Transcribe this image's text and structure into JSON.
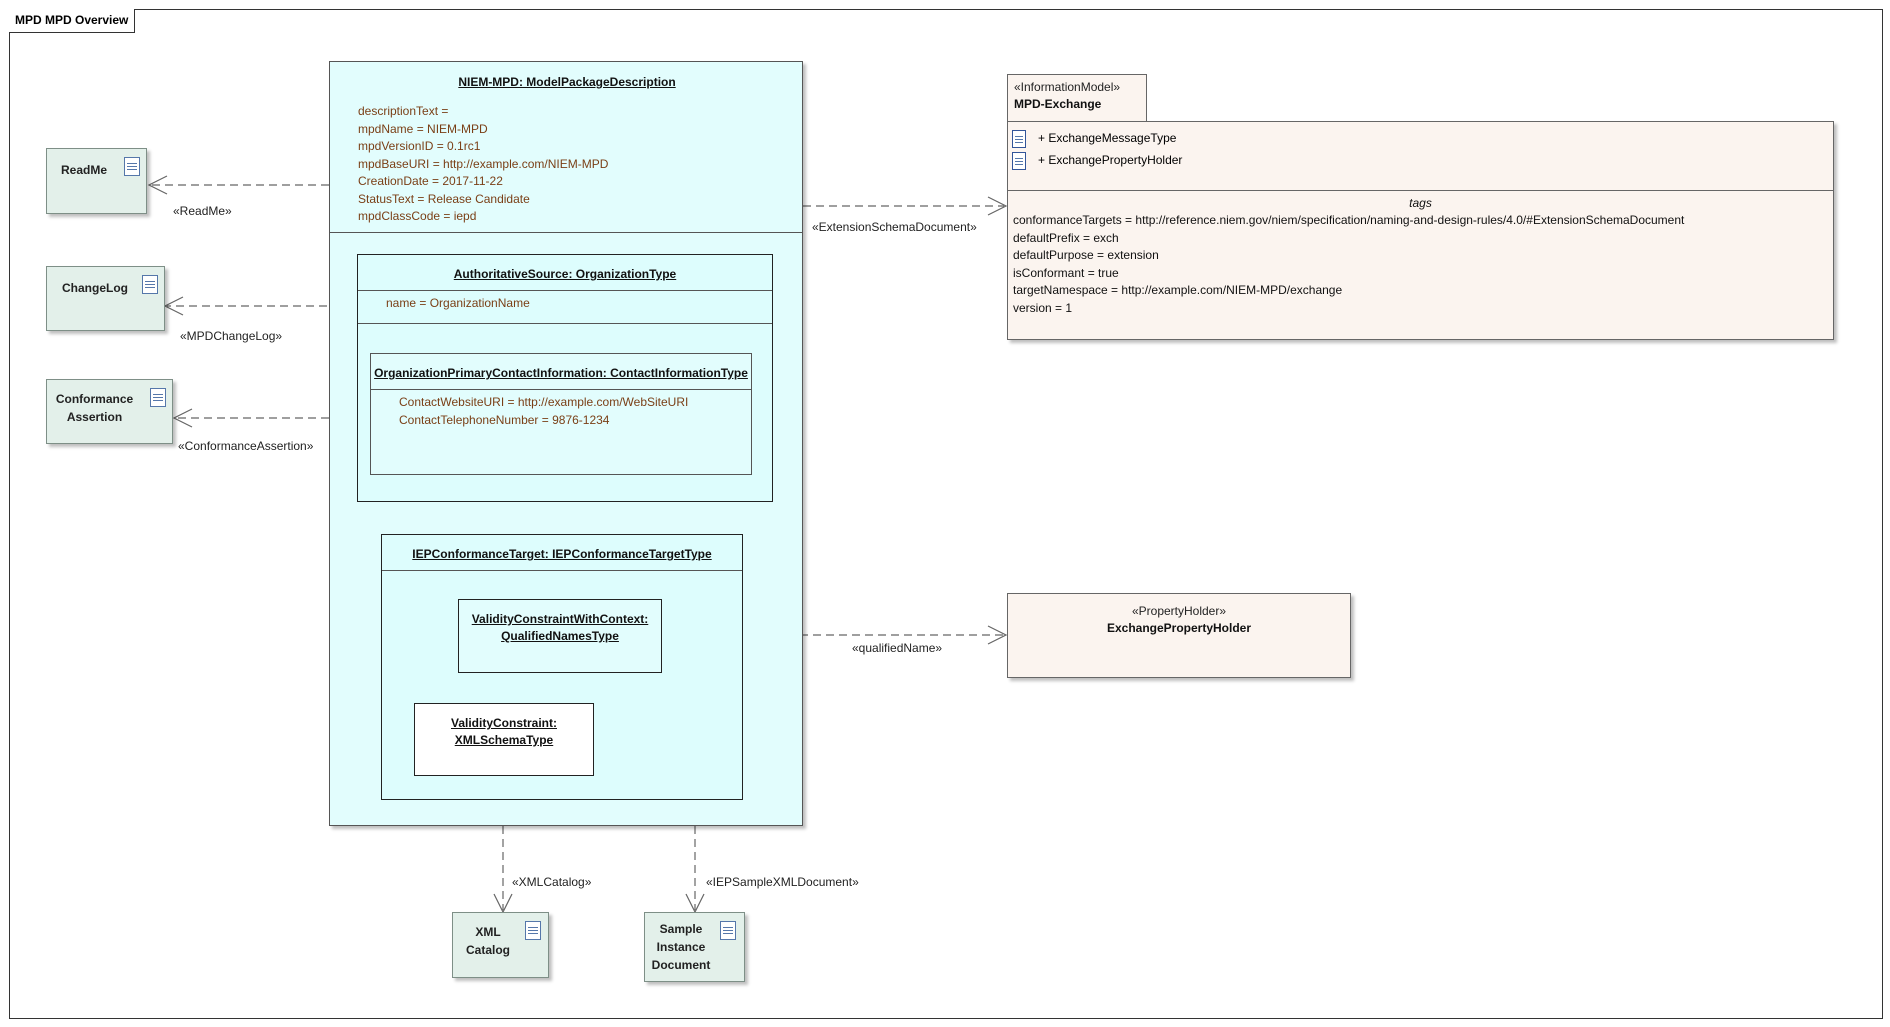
{
  "diagram": {
    "title": "MPD MPD Overview"
  },
  "mpd": {
    "title": "NIEM-MPD: ModelPackageDescription",
    "attributes": [
      "descriptionText =",
      "mpdName = NIEM-MPD",
      "mpdVersionID = 0.1rc1",
      "mpdBaseURI = http://example.com/NIEM-MPD",
      "CreationDate = 2017-11-22",
      "StatusText = Release Candidate",
      "mpdClassCode = iepd"
    ]
  },
  "authoritative_source": {
    "title": "AuthoritativeSource: OrganizationType",
    "attribute": "name = OrganizationName"
  },
  "contact_info": {
    "title": "OrganizationPrimaryContactInformation: ContactInformationType",
    "attributes": [
      "ContactWebsiteURI = http://example.com/WebSiteURI",
      "ContactTelephoneNumber = 9876-1234"
    ]
  },
  "iep_target": {
    "title": "IEPConformanceTarget: IEPConformanceTargetType"
  },
  "validity_context": {
    "line1": "ValidityConstraintWithContext:",
    "line2": "QualifiedNamesType"
  },
  "validity_constraint": {
    "line1": "ValidityConstraint:",
    "line2": "XMLSchemaType"
  },
  "artifacts": {
    "readme": "ReadMe",
    "changelog": "ChangeLog",
    "conformance_line1": "Conformance",
    "conformance_line2": "Assertion",
    "xml_catalog_line1": "XML",
    "xml_catalog_line2": "Catalog",
    "sample_line1": "Sample",
    "sample_line2": "Instance",
    "sample_line3": "Document"
  },
  "relations": {
    "readme": "«ReadMe»",
    "changelog": "«MPDChangeLog»",
    "conformance": "«ConformanceAssertion»",
    "extension": "«ExtensionSchemaDocument»",
    "qualified": "«qualifiedName»",
    "catalog": "«XMLCatalog»",
    "sample": "«IEPSampleXMLDocument»"
  },
  "info_model": {
    "stereotype": "«InformationModel»",
    "name": "MPD-Exchange",
    "members": [
      "+ ExchangeMessageType",
      "+ ExchangePropertyHolder"
    ],
    "tags_header": "tags",
    "tags": [
      "conformanceTargets = http://reference.niem.gov/niem/specification/naming-and-design-rules/4.0/#ExtensionSchemaDocument",
      "defaultPrefix = exch",
      "defaultPurpose = extension",
      "isConformant = true",
      "targetNamespace = http://example.com/NIEM-MPD/exchange",
      "version = 1"
    ]
  },
  "property_holder": {
    "stereotype": "«PropertyHolder»",
    "name": "ExchangePropertyHolder"
  },
  "colors": {
    "artifact_fill": "#e3f0ea",
    "instance_fill": "#e2fdfd",
    "model_fill": "#fbf4ef",
    "attr_text": "#7a3f16"
  }
}
